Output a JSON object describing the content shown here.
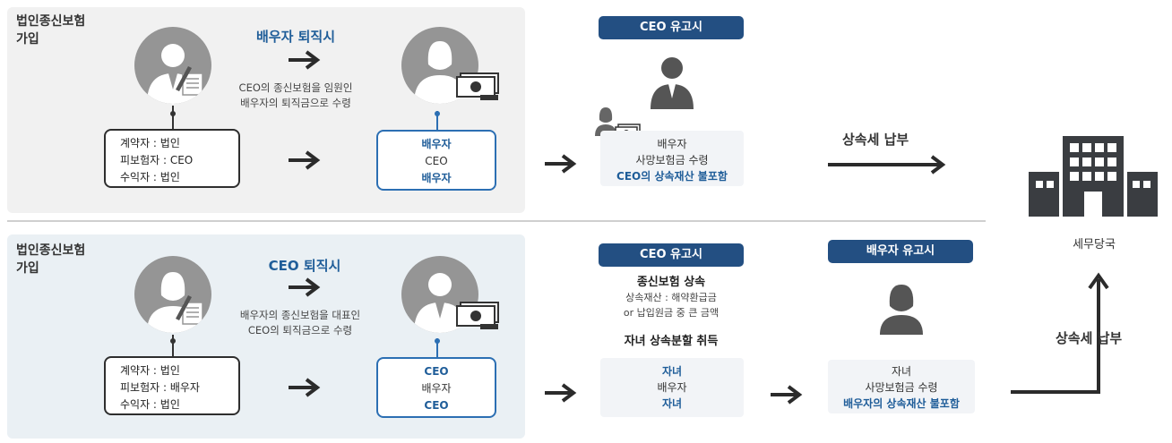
{
  "top": {
    "title_line1": "법인종신보험",
    "title_line2": "가입",
    "event_label": "배우자 퇴직시",
    "caption_line1": "CEO의 종신보험을 임원인",
    "caption_line2": "배우자의 퇴직금으로 수령",
    "contract": {
      "line1": "계약자 : 법인",
      "line2": "피보험자 : CEO",
      "line3": "수익자 : 법인"
    },
    "roles": {
      "line1": "배우자",
      "line2": "CEO",
      "line3": "배우자"
    },
    "death_pill": "CEO 유고시",
    "result": {
      "line1": "배우자",
      "line2": "사망보험금 수령",
      "line3": "CEO의 상속재산 불포함"
    },
    "tax_label": "상속세 납부"
  },
  "bottom": {
    "title_line1": "법인종신보험",
    "title_line2": "가입",
    "event_label": "CEO 퇴직시",
    "caption_line1": "배우자의 종신보험을 대표인",
    "caption_line2": "CEO의 퇴직금으로 수령",
    "contract": {
      "line1": "계약자 : 법인",
      "line2": "피보험자 : 배우자",
      "line3": "수익자 : 법인"
    },
    "roles": {
      "line1": "CEO",
      "line2": "배우자",
      "line3": "CEO"
    },
    "death_pill_1": "CEO 유고시",
    "inherit_title": "종신보험 상속",
    "inherit_line1": "상속재산 : 해약환급금",
    "inherit_line2": "or 납입원금 중 큰 금액",
    "split_title": "자녀 상속분할 취득",
    "heirs": {
      "line1": "자녀",
      "line2": "배우자",
      "line3": "자녀"
    },
    "death_pill_2": "배우자 유고시",
    "result": {
      "line1": "자녀",
      "line2": "사망보험금 수령",
      "line3": "배우자의 상속재산 불포함"
    },
    "tax_label": "상속세 납부"
  },
  "tax_office_label": "세무당국",
  "colors": {
    "navy_pill": "#234f82",
    "blue_text": "#1f5d99",
    "blue_border": "#2c6fb3",
    "icon_gray": "#959595",
    "building": "#3a3d41"
  }
}
